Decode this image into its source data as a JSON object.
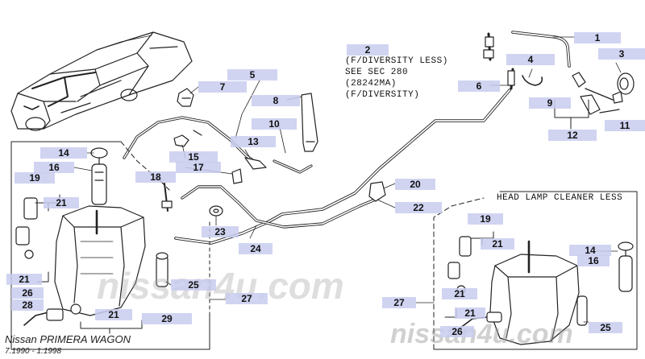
{
  "notes": {
    "diversity_less": "(F/DIVERSITY LESS)",
    "see_sec": "SEE SEC 280",
    "part_code": "(28242MA)",
    "diversity": "(F/DIVERSITY)",
    "head_lamp": "HEAD LAMP CLEANER LESS"
  },
  "model": {
    "name": "Nissan PRIMERA WAGON",
    "period": "7.1990 - 1.1998"
  },
  "watermarks": {
    "center": "nissan4u.com",
    "corner": "nissan4u.com"
  },
  "callouts": [
    {
      "id": "c1",
      "label": "1"
    },
    {
      "id": "c2",
      "label": "2"
    },
    {
      "id": "c3",
      "label": "3"
    },
    {
      "id": "c4",
      "label": "4"
    },
    {
      "id": "c5",
      "label": "5"
    },
    {
      "id": "c6",
      "label": "6"
    },
    {
      "id": "c7",
      "label": "7"
    },
    {
      "id": "c8",
      "label": "8"
    },
    {
      "id": "c9",
      "label": "9"
    },
    {
      "id": "c10",
      "label": "10"
    },
    {
      "id": "c11",
      "label": "11"
    },
    {
      "id": "c12",
      "label": "12"
    },
    {
      "id": "c13",
      "label": "13"
    },
    {
      "id": "c14a",
      "label": "14"
    },
    {
      "id": "c15",
      "label": "15"
    },
    {
      "id": "c16a",
      "label": "16"
    },
    {
      "id": "c17",
      "label": "17"
    },
    {
      "id": "c18",
      "label": "18"
    },
    {
      "id": "c19a",
      "label": "19"
    },
    {
      "id": "c20",
      "label": "20"
    },
    {
      "id": "c21a",
      "label": "21"
    },
    {
      "id": "c21b",
      "label": "21"
    },
    {
      "id": "c21c",
      "label": "21"
    },
    {
      "id": "c22",
      "label": "22"
    },
    {
      "id": "c23",
      "label": "23"
    },
    {
      "id": "c24",
      "label": "24"
    },
    {
      "id": "c25a",
      "label": "25"
    },
    {
      "id": "c26a",
      "label": "26"
    },
    {
      "id": "c27a",
      "label": "27"
    },
    {
      "id": "c28",
      "label": "28"
    },
    {
      "id": "c29",
      "label": "29"
    },
    {
      "id": "c19b",
      "label": "19"
    },
    {
      "id": "c21d",
      "label": "21"
    },
    {
      "id": "c21e",
      "label": "21"
    },
    {
      "id": "c21f",
      "label": "21"
    },
    {
      "id": "c14b",
      "label": "14"
    },
    {
      "id": "c16b",
      "label": "16"
    },
    {
      "id": "c27b",
      "label": "27"
    },
    {
      "id": "c26b",
      "label": "26"
    },
    {
      "id": "c25b",
      "label": "25"
    }
  ]
}
